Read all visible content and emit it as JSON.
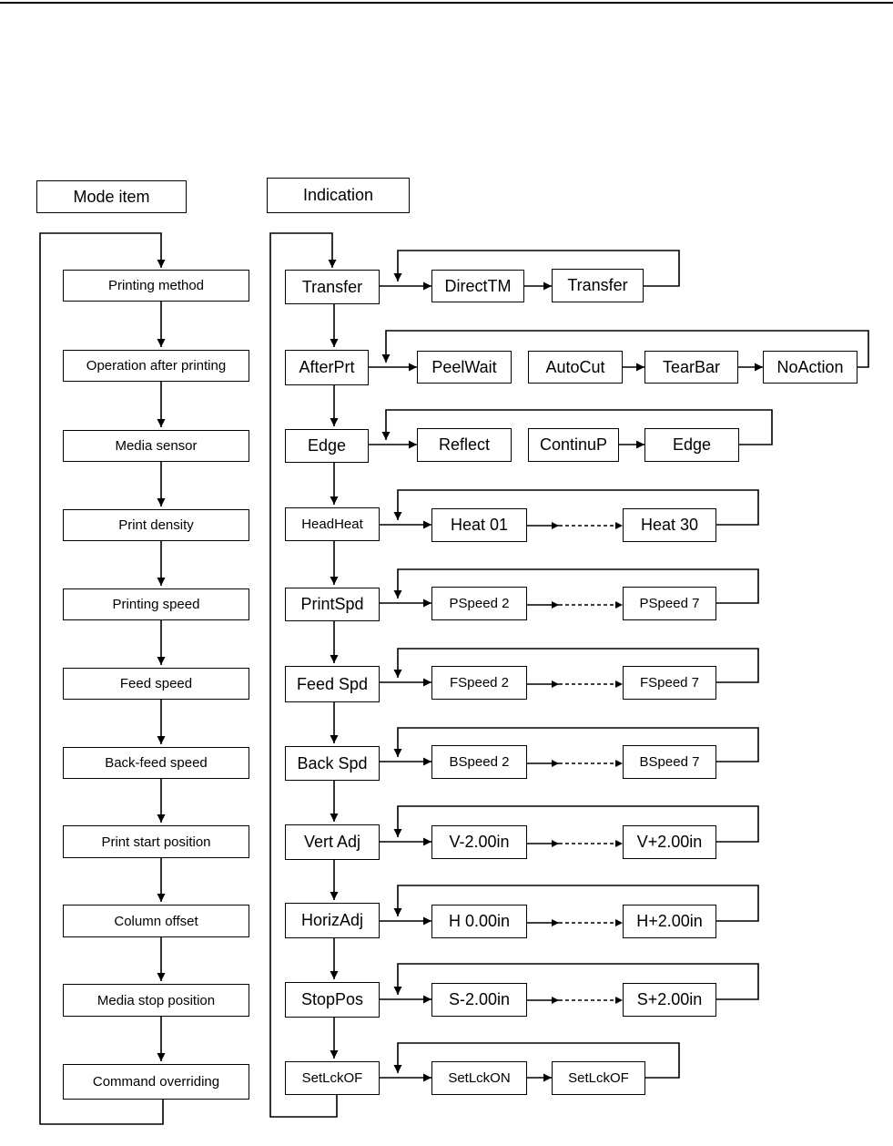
{
  "headers": {
    "mode_item": "Mode item",
    "indication": "Indication"
  },
  "modes": [
    "Printing method",
    "Operation after printing",
    "Media sensor",
    "Print density",
    "Printing speed",
    "Feed speed",
    "Back-feed speed",
    "Print start position",
    "Column offset",
    "Media stop position",
    "Command overriding"
  ],
  "indications": [
    "Transfer",
    "AfterPrt",
    "Edge",
    "HeadHeat",
    "PrintSpd",
    "Feed Spd",
    "Back Spd",
    "Vert Adj",
    "HorizAdj",
    "StopPos",
    "SetLckOF"
  ],
  "values": {
    "printing_method": [
      "DirectTM",
      "Transfer"
    ],
    "after_print": [
      "PeelWait",
      "AutoCut",
      "TearBar",
      "NoAction"
    ],
    "media_sensor": [
      "Reflect",
      "ContinuP",
      "Edge"
    ],
    "print_density": [
      "Heat 01",
      "Heat 30"
    ],
    "printing_speed": [
      "PSpeed 2",
      "PSpeed 7"
    ],
    "feed_speed": [
      "FSpeed 2",
      "FSpeed 7"
    ],
    "backfeed_speed": [
      "BSpeed 2",
      "BSpeed 7"
    ],
    "start_position": [
      "V-2.00in",
      "V+2.00in"
    ],
    "column_offset": [
      "H 0.00in",
      "H+2.00in"
    ],
    "stop_position": [
      "S-2.00in",
      "S+2.00in"
    ],
    "command_overriding": [
      "SetLckON",
      "SetLckOF"
    ]
  }
}
